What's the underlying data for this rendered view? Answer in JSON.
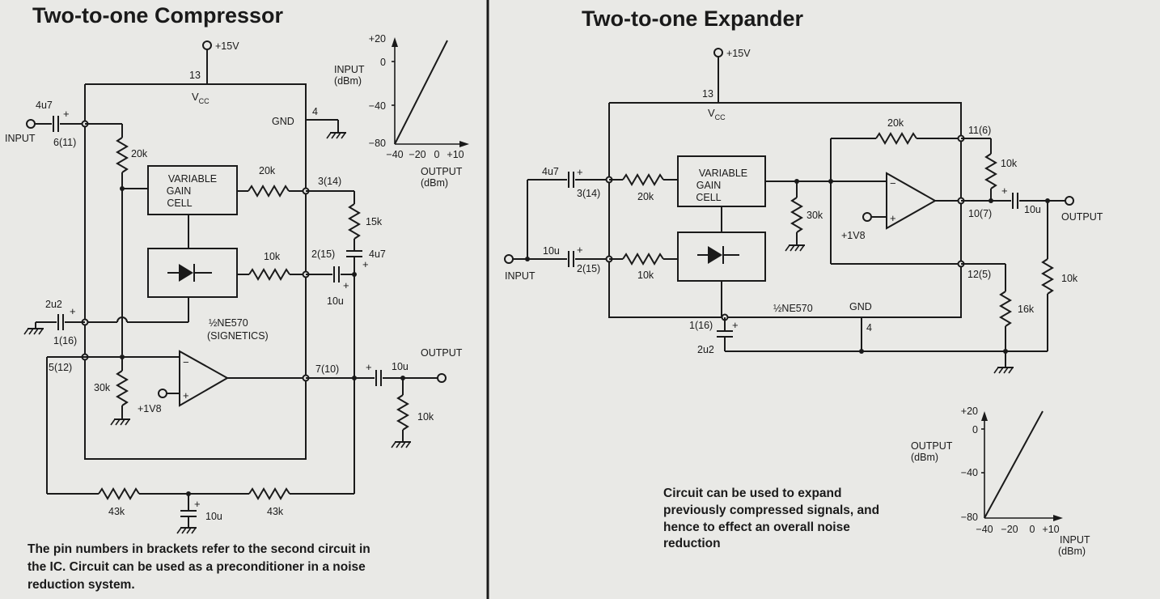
{
  "left": {
    "title": "Two-to-one Compressor",
    "supply": "+15V",
    "vcc_pin": "13",
    "vcc": "V",
    "vcc_sub": "CC",
    "gnd_pin": "4",
    "gnd": "GND",
    "input": "INPUT",
    "output": "OUTPUT",
    "c_in": "4u7",
    "pin_in": "6(11)",
    "r_20k_v": "20k",
    "r_20k_h": "20k",
    "pin_3": "3(14)",
    "r_15k": "15k",
    "c_4u7": "4u7",
    "pin_2": "2(15)",
    "r_10k": "10k",
    "c_10u_rect": "10u",
    "vgc_line1": "VARIABLE",
    "vgc_line2": "GAIN",
    "vgc_line3": "CELL",
    "c_2u2": "2u2",
    "pin_1": "1(16)",
    "ic_name": "½NE570",
    "ic_maker": "(SIGNETICS)",
    "pin_5": "5(12)",
    "r_30k": "30k",
    "bias": "+1V8",
    "pin_7": "7(10)",
    "c_out": "10u",
    "r_out": "10k",
    "r_43k_a": "43k",
    "r_43k_b": "43k",
    "c_mid": "10u",
    "op_minus": "−",
    "op_plus": "+",
    "cap_plus": "+",
    "caption": [
      "The pin numbers in brackets refer to the second circuit in",
      "the IC. Circuit can be used as a preconditioner in a noise",
      "reduction system."
    ],
    "graph": {
      "y_axis_title_1": "INPUT",
      "y_axis_title_2": "(dBm)",
      "x_axis_title_1": "OUTPUT",
      "x_axis_title_2": "(dBm)",
      "y_ticks": [
        "+20",
        "0",
        "−40",
        "−80"
      ],
      "x_ticks": [
        "−40",
        "−20",
        "0",
        "+10"
      ]
    }
  },
  "right": {
    "title": "Two-to-one Expander",
    "supply": "+15V",
    "vcc_pin": "13",
    "vcc": "V",
    "vcc_sub": "CC",
    "input": "INPUT",
    "output": "OUTPUT",
    "c_4u7": "4u7",
    "pin_3": "3(14)",
    "r_20k_in": "20k",
    "c_10u_in": "10u",
    "pin_2": "2(15)",
    "r_10k_in": "10k",
    "vgc_line1": "VARIABLE",
    "vgc_line2": "GAIN",
    "vgc_line3": "CELL",
    "r_30k": "30k",
    "r_20k_fb": "20k",
    "pin_11": "11(6)",
    "r_10k_v": "10k",
    "pin_10": "10(7)",
    "c_out": "10u",
    "bias": "+1V8",
    "pin_12": "12(5)",
    "r_16k": "16k",
    "r_10k_out": "10k",
    "ic_name": "½NE570",
    "gnd": "GND",
    "gnd_pin": "4",
    "pin_1": "1(16)",
    "c_2u2": "2u2",
    "op_minus": "−",
    "op_plus": "+",
    "cap_plus": "+",
    "caption": [
      "Circuit can be used to expand",
      "previously compressed signals, and",
      "hence to effect an overall noise",
      "reduction"
    ],
    "graph": {
      "y_axis_title_1": "OUTPUT",
      "y_axis_title_2": "(dBm)",
      "x_axis_title_1": "INPUT",
      "x_axis_title_2": "(dBm)",
      "y_ticks": [
        "+20",
        "0",
        "−40",
        "−80"
      ],
      "x_ticks": [
        "−40",
        "−20",
        "0",
        "+10"
      ]
    }
  }
}
